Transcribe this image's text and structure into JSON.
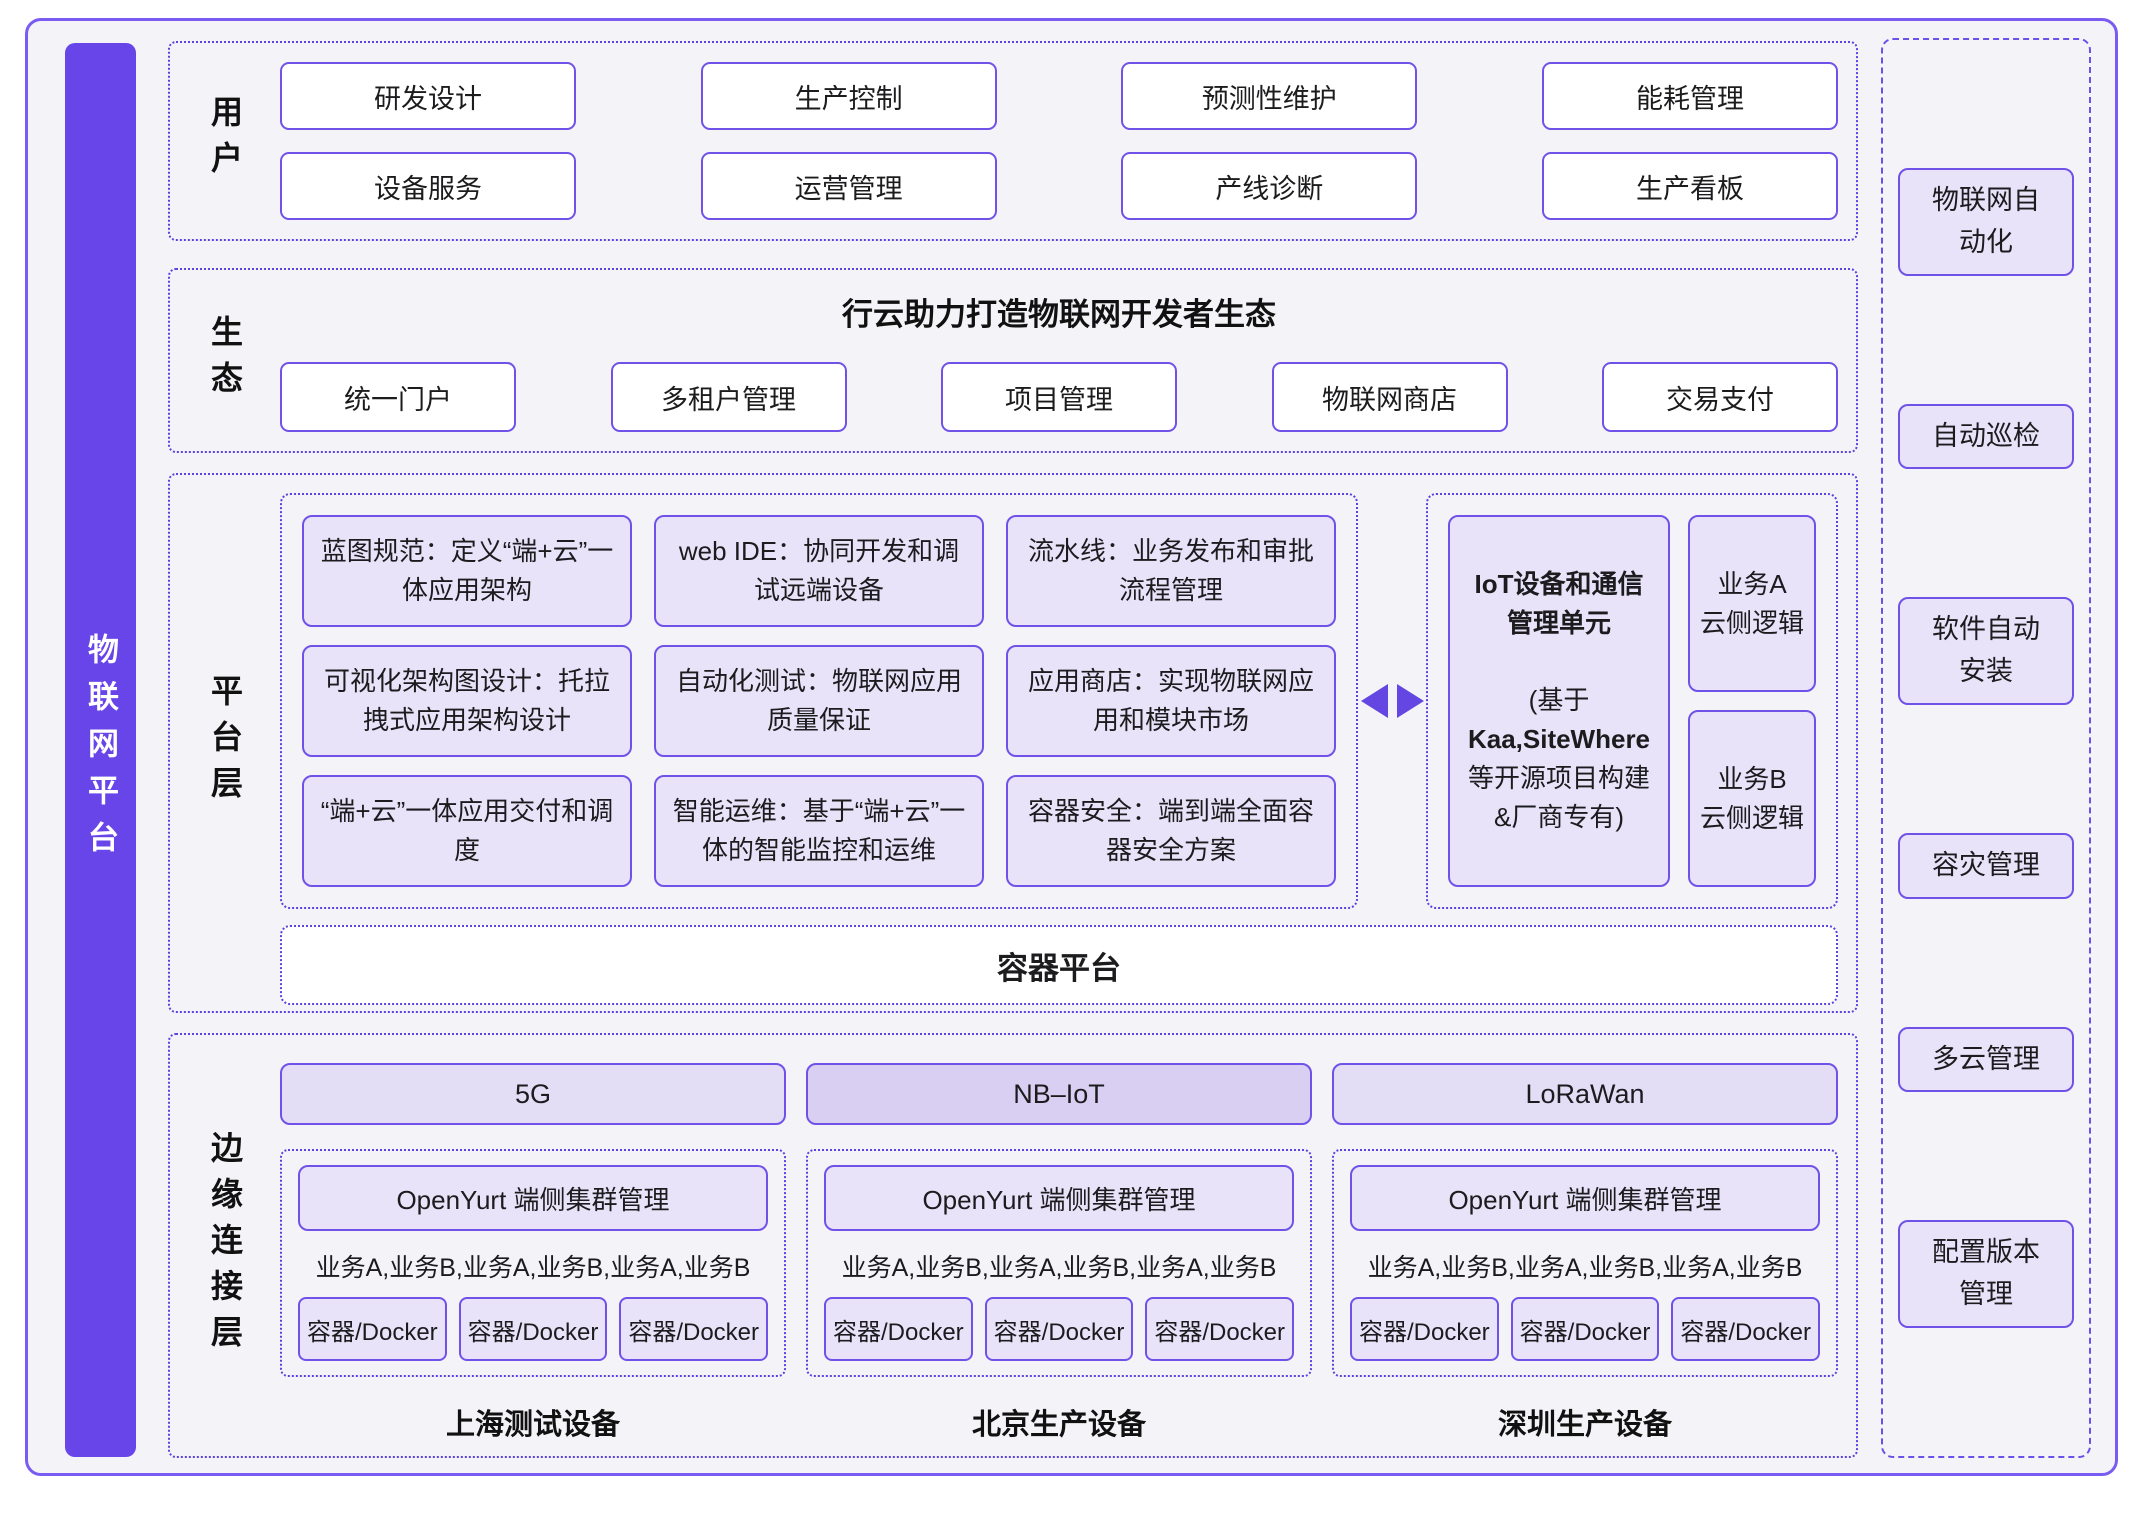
{
  "colors": {
    "accent_border": "#7152e8",
    "dotted_border": "#5b43de",
    "brand_bar": "#6745e9",
    "lavender_fill": "#e8e3f9",
    "network_fill": "#e3def6",
    "network_fill_dark": "#d8cff3",
    "page_bg": "#f4f4f8"
  },
  "left_bar": {
    "label": "物联网平台"
  },
  "users_section": {
    "label": "用户",
    "boxes": [
      "研发设计",
      "生产控制",
      "预测性维护",
      "能耗管理",
      "设备服务",
      "运营管理",
      "产线诊断",
      "生产看板"
    ]
  },
  "eco_section": {
    "label": "生态",
    "title": "行云助力打造物联网开发者生态",
    "boxes": [
      "统一门户",
      "多租户管理",
      "项目管理",
      "物联网商店",
      "交易支付"
    ]
  },
  "platform_section": {
    "label": "平台层",
    "grid": [
      "蓝图规范：定义“端+云”一体应用架构",
      "web IDE：协同开发和调试远端设备",
      "流水线：业务发布和审批流程管理",
      "可视化架构图设计：托拉拽式应用架构设计",
      "自动化测试：物联网应用质量保证",
      "应用商店：实现物联网应用和模块市场",
      "“端+云”一体应用交付和调度",
      "智能运维：基于“端+云”一体的智能监控和运维",
      "容器安全：端到端全面容器安全方案"
    ],
    "iot_unit": {
      "title": "IoT设备和通信管理单元",
      "sub_line1": "(基于",
      "sub_line2": "Kaa,SiteWhere",
      "sub_line3": "等开源项目构建",
      "sub_line4": "&厂商专有)"
    },
    "biz_boxes": [
      {
        "line1": "业务A",
        "line2": "云侧逻辑"
      },
      {
        "line1": "业务B",
        "line2": "云侧逻辑"
      }
    ],
    "container_bar": "容器平台"
  },
  "edge_section": {
    "label": "边缘连接层",
    "columns": [
      {
        "network": "5G",
        "cluster": "OpenYurt 端侧集群管理",
        "services": "业务A,业务B,业务A,业务B,业务A,业务B",
        "docker": [
          "容器/Docker",
          "容器/Docker",
          "容器/Docker"
        ],
        "caption": "上海测试设备"
      },
      {
        "network": "NB–IoT",
        "cluster": "OpenYurt 端侧集群管理",
        "services": "业务A,业务B,业务A,业务B,业务A,业务B",
        "docker": [
          "容器/Docker",
          "容器/Docker",
          "容器/Docker"
        ],
        "caption": "北京生产设备"
      },
      {
        "network": "LoRaWan",
        "cluster": "OpenYurt 端侧集群管理",
        "services": "业务A,业务B,业务A,业务B,业务A,业务B",
        "docker": [
          "容器/Docker",
          "容器/Docker",
          "容器/Docker"
        ],
        "caption": "深圳生产设备"
      }
    ]
  },
  "right_sidebar": {
    "items": [
      "物联网自动化",
      "自动巡检",
      "软件自动安装",
      "容灾管理",
      "多云管理",
      "配置版本管理"
    ]
  }
}
